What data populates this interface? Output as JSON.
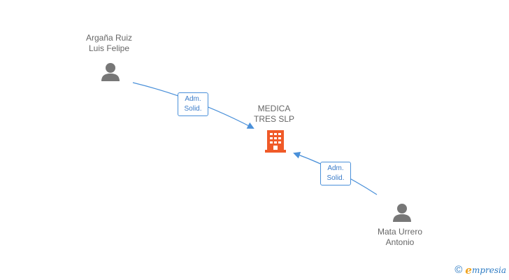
{
  "nodes": {
    "person1": {
      "line1": "Argaña Ruiz",
      "line2": "Luis Felipe",
      "type": "person"
    },
    "company": {
      "line1": "MEDICA",
      "line2": "TRES SLP",
      "type": "company"
    },
    "person2": {
      "line1": "Mata Urrero",
      "line2": "Antonio",
      "type": "person"
    }
  },
  "edges": [
    {
      "from": "person1",
      "to": "company",
      "line1": "Adm.",
      "line2": "Solid."
    },
    {
      "from": "person2",
      "to": "company",
      "line1": "Adm.",
      "line2": "Solid."
    }
  ],
  "footer": {
    "copyright_symbol": "©",
    "brand_initial": "e",
    "brand_rest": "mpresia"
  },
  "colors": {
    "edge": "#4a90d9",
    "person_icon": "#777777",
    "company_icon": "#f05a28",
    "brand_orange": "#f0a31e",
    "brand_blue": "#2d7bc3"
  }
}
